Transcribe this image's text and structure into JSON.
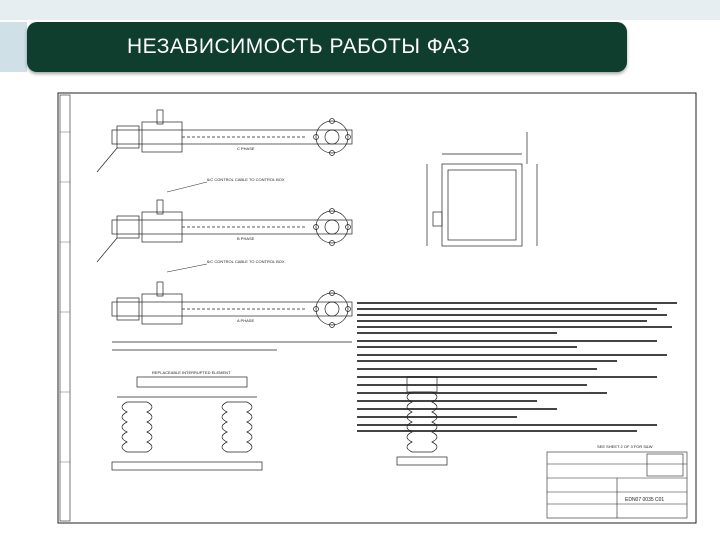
{
  "slide": {
    "title": "НЕЗАВИСИМОСТЬ РАБОТЫ ФАЗ"
  },
  "drawing": {
    "phase_labels": [
      "C PHASE",
      "B PHASE",
      "A PHASE"
    ],
    "control_cable_labels": [
      "6/C CONTROL CABLE TO CONTROL BOX",
      "6/C CONTROL CABLE TO CONTROL BOX"
    ],
    "interrupter_label": "REPLACEABLE INTERRUPTED ELEMENT",
    "sheet_note": "SEE SHEET 2 OF 3 FOR S&W",
    "drawing_number": "EDN07 0035 C01"
  }
}
